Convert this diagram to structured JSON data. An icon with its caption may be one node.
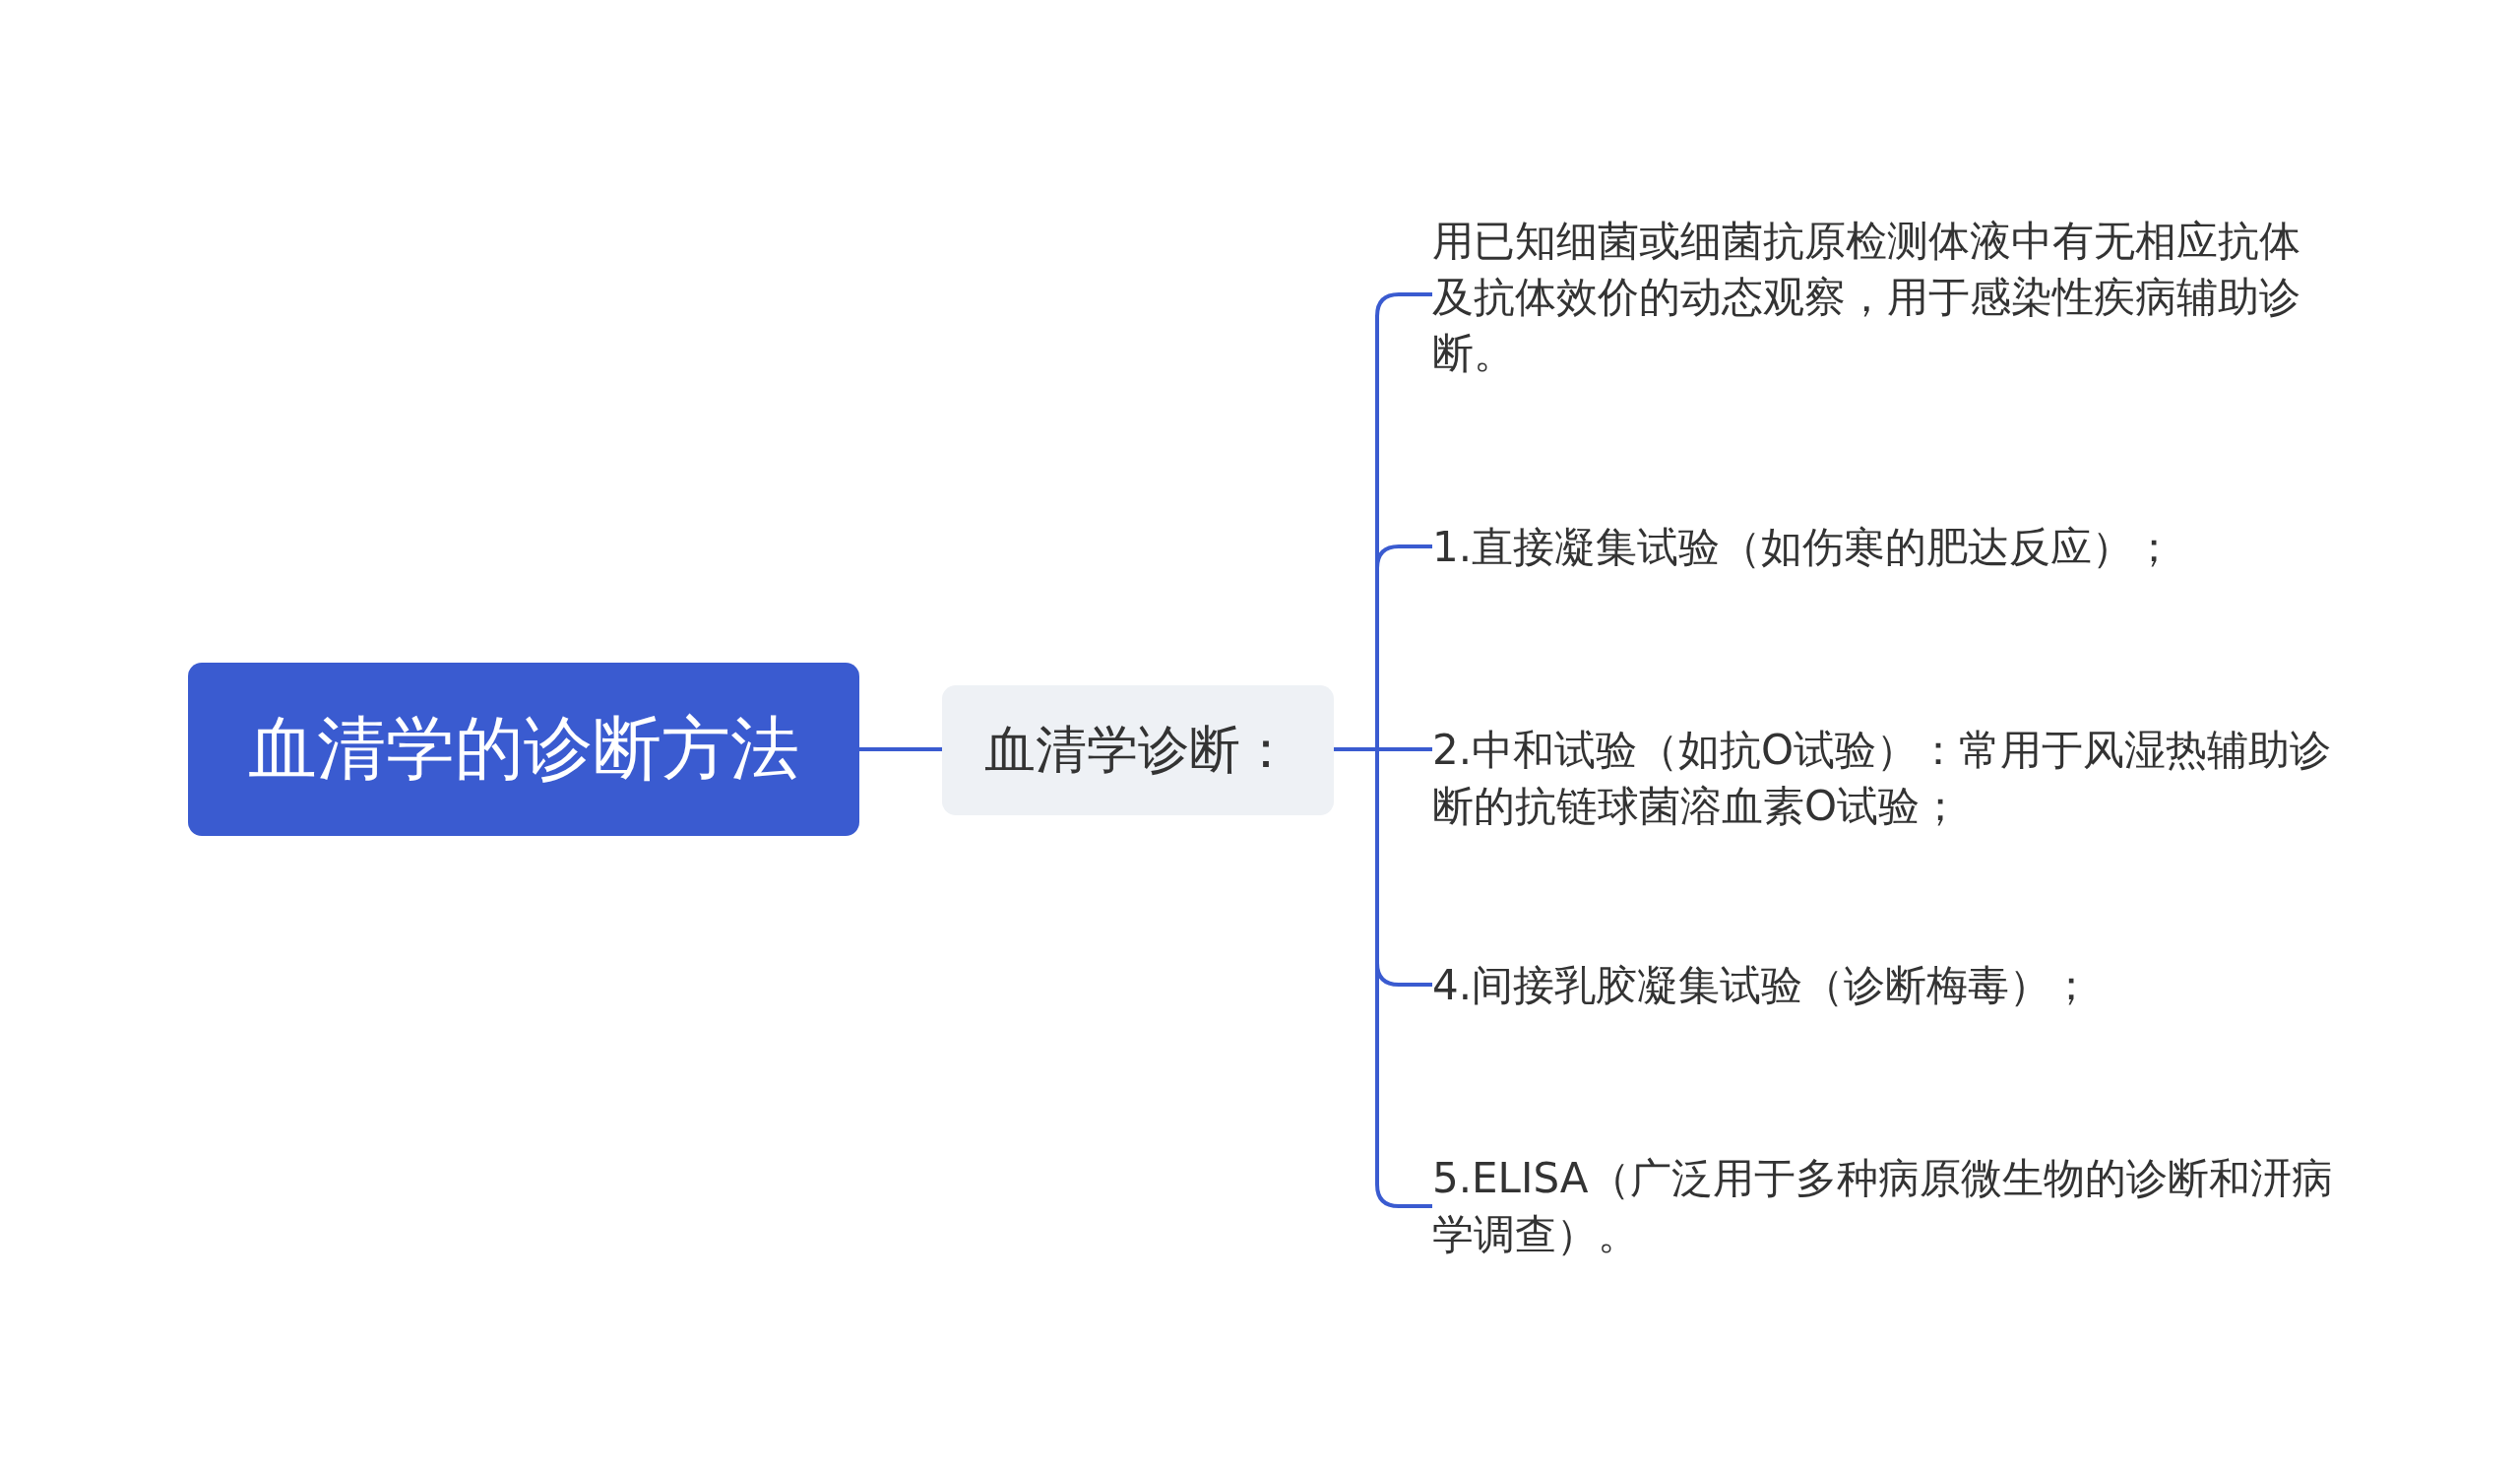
{
  "diagram": {
    "nodes": [
      {
        "text": [
          "血清学的诊断方法"
        ]
      },
      {
        "text": [
          "血清学诊断："
        ]
      },
      {
        "text": [
          "用已知细菌或细菌抗原检测体液中有无相应抗体及抗体效价的动态观察，用于感染性疾病辅助诊断。"
        ]
      },
      {
        "text": [
          "1.直接凝集试验（如伤寒的肥达反应）；"
        ]
      },
      {
        "text": [
          "2.中和试验（如抗O试验）：常用于风湿热辅助诊断的抗链球菌溶血素O试验；"
        ]
      },
      {
        "text": [
          "4.间接乳胶凝集试验（诊断梅毒）；"
        ]
      },
      {
        "text": [
          "5.ELISA（广泛用于多种病原微生物的诊断和汧病学调查）。"
        ]
      }
    ],
    "edges": [
      {
        "from": 0,
        "to": 1,
        "arrow": "none"
      },
      {
        "from": 1,
        "to": 2,
        "arrow": "none"
      },
      {
        "from": 1,
        "to": 3,
        "arrow": "none"
      },
      {
        "from": 1,
        "to": 4,
        "arrow": "none"
      },
      {
        "from": 1,
        "to": 5,
        "arrow": "none"
      },
      {
        "from": 1,
        "to": 6,
        "arrow": "none"
      }
    ]
  }
}
